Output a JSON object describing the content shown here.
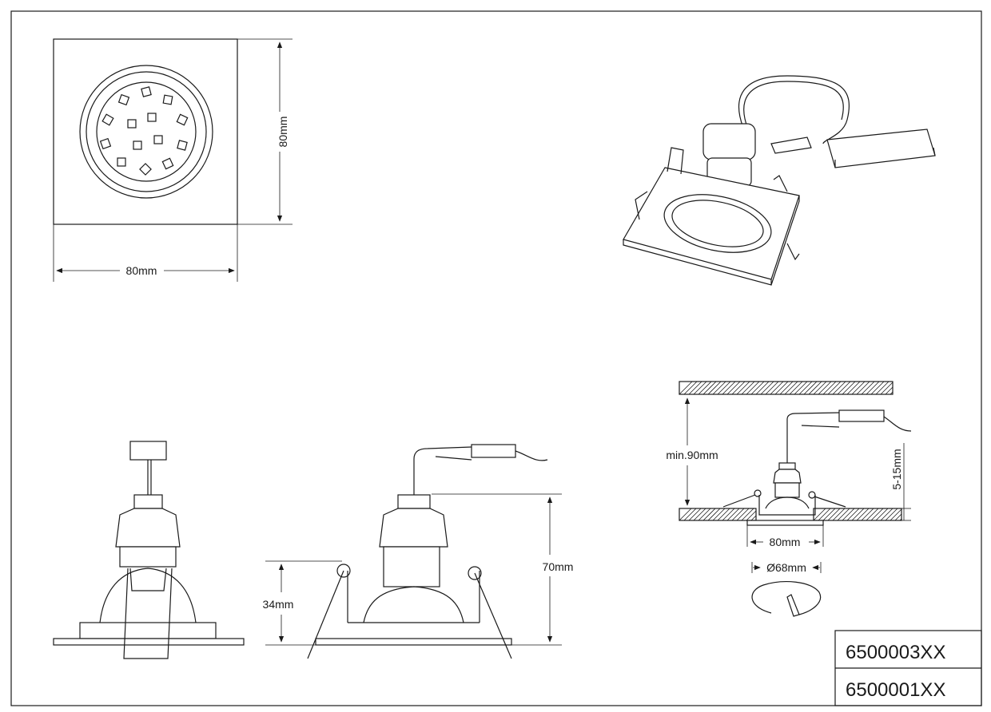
{
  "top_view": {
    "width_label": "80mm",
    "height_label": "80mm"
  },
  "side_view": {
    "height_label": "34mm",
    "total_height_label": "70mm"
  },
  "installation": {
    "clearance_label": "min.90mm",
    "ceiling_thickness_label": "5-15mm",
    "frame_width_label": "80mm",
    "cutout_label": "Ø68mm"
  },
  "title_block": {
    "codes": [
      "6500003XX",
      "6500001XX"
    ]
  },
  "colors": {
    "line": "#1a1a1a",
    "background": "#ffffff"
  }
}
